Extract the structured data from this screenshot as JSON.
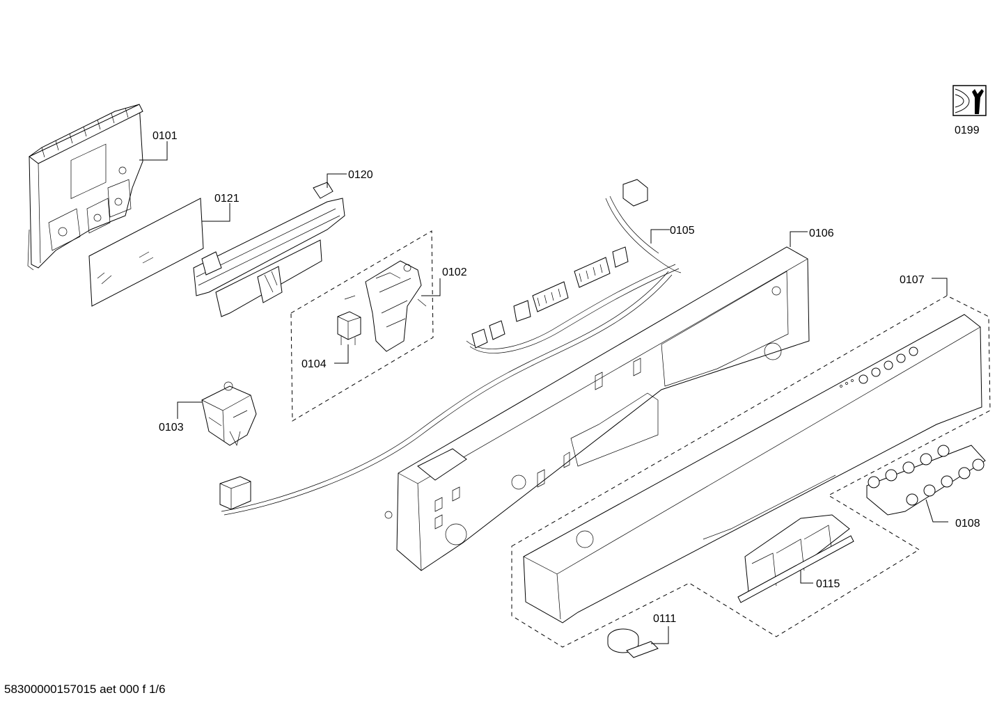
{
  "labels": {
    "p0101": "0101",
    "p0120": "0120",
    "p0121": "0121",
    "p0105": "0105",
    "p0106": "0106",
    "p0102": "0102",
    "p0107": "0107",
    "p0104": "0104",
    "p0103": "0103",
    "p0108": "0108",
    "p0115": "0115",
    "p0111": "0111",
    "p0199": "0199"
  },
  "footer": "58300000157015 aet 000 f 1/6",
  "icons": {
    "service_tool": "wrench-service-icon"
  }
}
